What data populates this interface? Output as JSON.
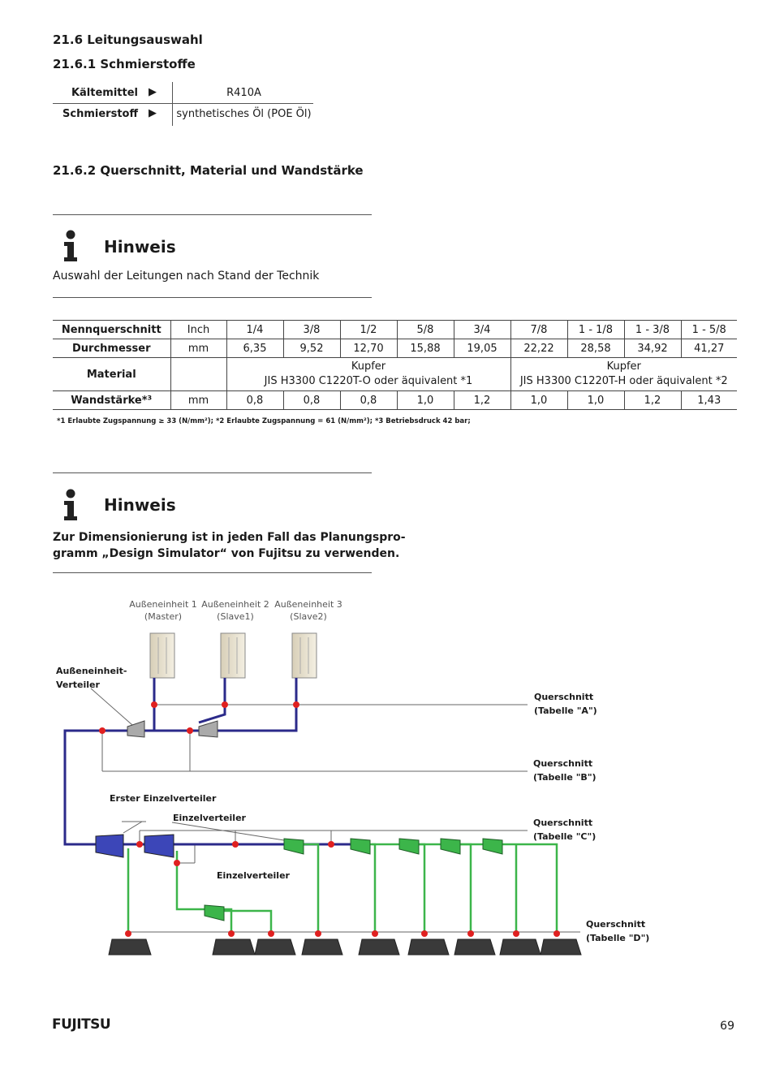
{
  "section": {
    "heading": "21.6  Leitungsauswahl",
    "sub1": "21.6.1  Schmierstoffe",
    "sub2": "21.6.2    Querschnitt, Material und Wandstärke"
  },
  "lubricants": {
    "rows": [
      {
        "label": "Kältemittel",
        "value": "R410A"
      },
      {
        "label": "Schmierstoff",
        "value": "synthetisches Öl (POE Öl)"
      }
    ],
    "arrow": "▶"
  },
  "note1": {
    "title": "Hinweis",
    "text": "Auswahl der Leitungen nach Stand der Technik",
    "icon": "info-icon"
  },
  "spec_table": {
    "labels": {
      "nominal": "Nennquerschnitt",
      "diameter": "Durchmesser",
      "material": "Material",
      "wall": "Wandstärke*³"
    },
    "units": {
      "inch": "Inch",
      "mm": "mm",
      "mm2": "mm"
    },
    "nominal": [
      "1/4",
      "3/8",
      "1/2",
      "5/8",
      "3/4",
      "7/8",
      "1 - 1/8",
      "1 - 3/8",
      "1 - 5/8"
    ],
    "diameter": [
      "6,35",
      "9,52",
      "12,70",
      "15,88",
      "19,05",
      "22,22",
      "28,58",
      "34,92",
      "41,27"
    ],
    "material_a": {
      "line1": "Kupfer",
      "line2": "JIS H3300 C1220T-O oder äquivalent *1"
    },
    "material_b": {
      "line1": "Kupfer",
      "line2": "JIS H3300 C1220T-H oder äquivalent *2"
    },
    "wall": [
      "0,8",
      "0,8",
      "0,8",
      "1,0",
      "1,2",
      "1,0",
      "1,0",
      "1,2",
      "1,43"
    ]
  },
  "footnote": "*1 Erlaubte Zugspannung ≥ 33 (N/mm²); *2 Erlaubte Zugspannung = 61 (N/mm²); *3 Betriebsdruck 42 bar;",
  "note2": {
    "title": "Hinweis",
    "line1": "Zur Dimensionierung ist in jeden Fall das Planungspro-",
    "line2": "gramm „Design Simulator“ von Fujitsu zu verwenden.",
    "icon": "info-icon"
  },
  "diagram": {
    "outdoor_units": [
      {
        "line1": "Außeneinheit 1",
        "line2": "(Master)"
      },
      {
        "line1": "Außeneinheit 2",
        "line2": "(Slave1)"
      },
      {
        "line1": "Außeneinheit 3",
        "line2": "(Slave2)"
      }
    ],
    "outdoor_distributor": {
      "line1": "Außeneinheit-",
      "line2": "Verteiler"
    },
    "first_distributor": "Erster Einzelverteiler",
    "distributor_top": "Einzelverteiler",
    "distributor_mid": "Einzelverteiler",
    "cross_sections": [
      {
        "line1": "Querschnitt",
        "line2": "(Tabelle \"A\")"
      },
      {
        "line1": "Querschnitt",
        "line2": "(Tabelle \"B\")"
      },
      {
        "line1": "Querschnitt",
        "line2": "(Tabelle \"C\")"
      },
      {
        "line1": "Querschnitt",
        "line2": "(Tabelle \"D\")"
      }
    ],
    "colors": {
      "main_pipe": "#2b2a8a",
      "branch_pipe": "#3cb54a",
      "node": "#e02020"
    }
  },
  "footer": {
    "logo": "FUJITSU",
    "page": "69"
  }
}
